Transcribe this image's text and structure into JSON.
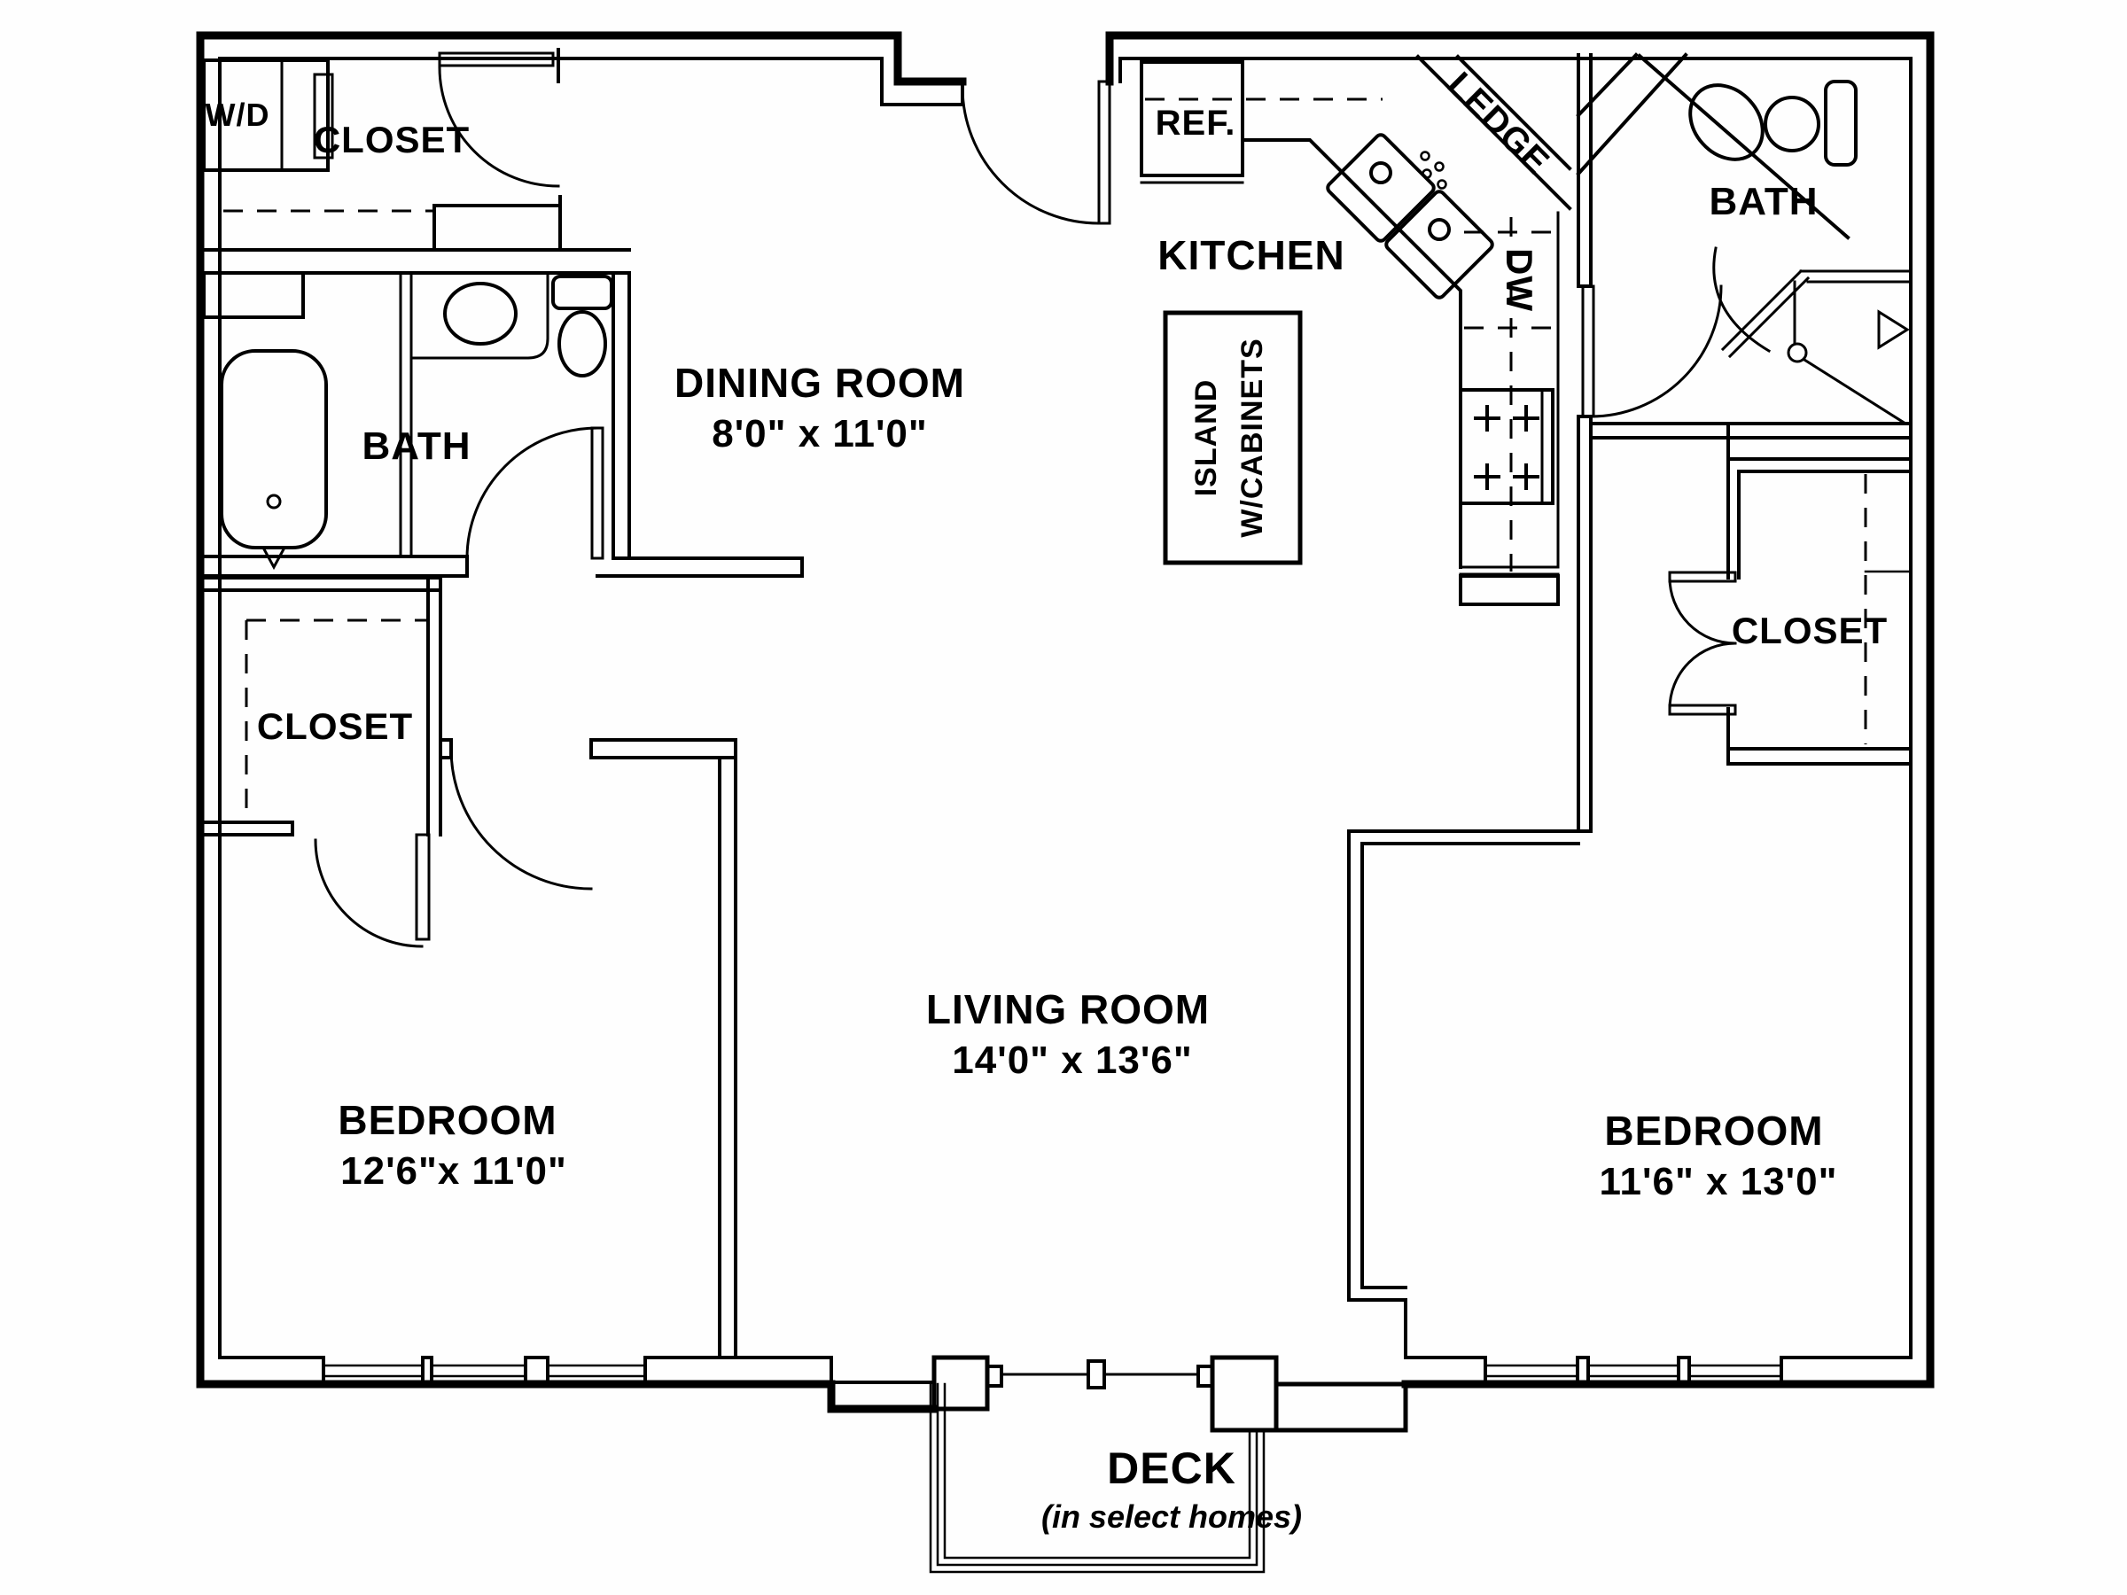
{
  "plan": {
    "title": "Two bedroom two bath apartment floor plan",
    "colors": {
      "line": "#000000",
      "background": "#ffffff"
    },
    "rooms": {
      "dining": {
        "name": "DINING ROOM",
        "dims": "8'0\" x 11'0\""
      },
      "living": {
        "name": "LIVING ROOM",
        "dims": "14'0\" x 13'6\""
      },
      "bedroom_left": {
        "name": "BEDROOM",
        "dims": "12'6\"x 11'0\""
      },
      "bedroom_right": {
        "name": "BEDROOM",
        "dims": "11'6\" x 13'0\""
      },
      "kitchen": {
        "name": "KITCHEN"
      },
      "bath_left": {
        "name": "BATH"
      },
      "bath_right": {
        "name": "BATH"
      },
      "closet_entry": {
        "name": "CLOSET"
      },
      "closet_left": {
        "name": "CLOSET"
      },
      "closet_right": {
        "name": "CLOSET"
      },
      "deck": {
        "name": "DECK",
        "note": "(in select homes)"
      }
    },
    "fixtures": {
      "washer_dryer": "W/D",
      "refrigerator": "REF.",
      "ledge": "LEDGE",
      "dishwasher": "DW",
      "island_line1": "ISLAND",
      "island_line2": "W/CABINETS"
    }
  }
}
